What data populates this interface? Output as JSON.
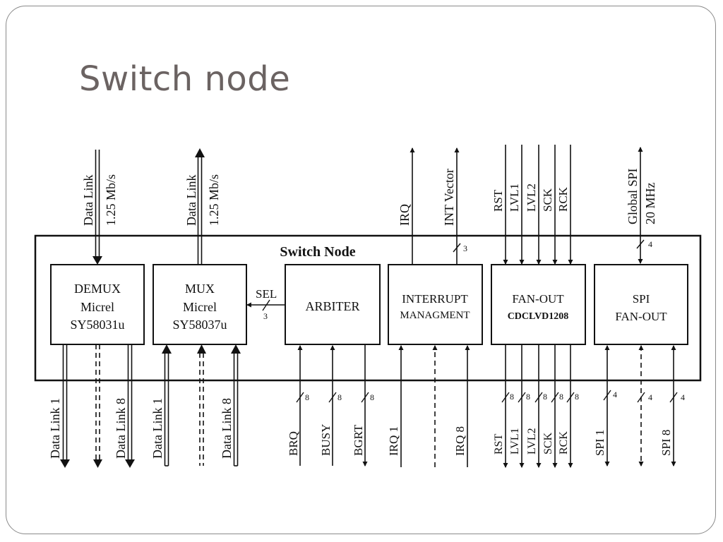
{
  "slide": {
    "title": "Switch node"
  },
  "diagram": {
    "node_title": "Switch Node",
    "blocks": {
      "demux": [
        "DEMUX",
        "Micrel",
        "SY58031u"
      ],
      "mux": [
        "MUX",
        "Micrel",
        "SY58037u"
      ],
      "arbiter": [
        "ARBITER"
      ],
      "interrupt": [
        "INTERRUPT",
        "MANAGMENT"
      ],
      "fanout": [
        "FAN-OUT",
        "CDCLVD1208"
      ],
      "spi": [
        "SPI",
        "FAN-OUT"
      ]
    },
    "top_labels": {
      "demux_link": [
        "Data Link",
        "1.25 Mb/s"
      ],
      "mux_link": [
        "Data Link",
        "1.25 Mb/s"
      ],
      "irq": "IRQ",
      "int_vector": "INT Vector",
      "fanout_inputs": [
        "RST",
        "LVL1",
        "LVL2",
        "SCK",
        "RCK"
      ],
      "global_spi": [
        "Global SPI",
        "20 MHz"
      ]
    },
    "sel_label": "SEL",
    "bottom_labels": {
      "demux_out": [
        "Data Link 1",
        "Data Link 8"
      ],
      "mux_in": [
        "Data Link 1",
        "Data Link 8"
      ],
      "arbiter": [
        "BRQ",
        "BUSY",
        "BGRT"
      ],
      "interrupt": [
        "IRQ 1",
        "IRQ 8"
      ],
      "fanout": [
        "RST",
        "LVL1",
        "LVL2",
        "SCK",
        "RCK"
      ],
      "spi": [
        "SPI 1",
        "SPI 8"
      ]
    },
    "bus_widths": {
      "int_vector": "3",
      "global_spi": "4",
      "sel": "3",
      "arbiter": [
        "8",
        "8",
        "8"
      ],
      "fanout": [
        "8",
        "8",
        "8",
        "8",
        "8"
      ],
      "spi": [
        "4",
        "4",
        "4"
      ]
    }
  }
}
